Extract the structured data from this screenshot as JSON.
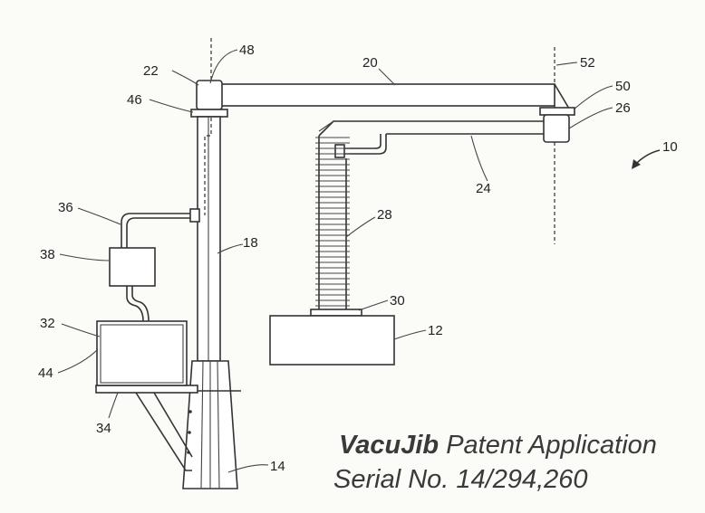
{
  "caption": {
    "brand": "VacuJib",
    "line1_rest": " Patent Application",
    "line2": "Serial No. 14/294,260"
  },
  "labels": {
    "l10": "10",
    "l12": "12",
    "l14": "14",
    "l18": "18",
    "l20": "20",
    "l22": "22",
    "l24": "24",
    "l26": "26",
    "l28": "28",
    "l30": "30",
    "l32": "32",
    "l34": "34",
    "l36": "36",
    "l38": "38",
    "l44": "44",
    "l46": "46",
    "l48": "48",
    "l50": "50",
    "l52": "52"
  }
}
